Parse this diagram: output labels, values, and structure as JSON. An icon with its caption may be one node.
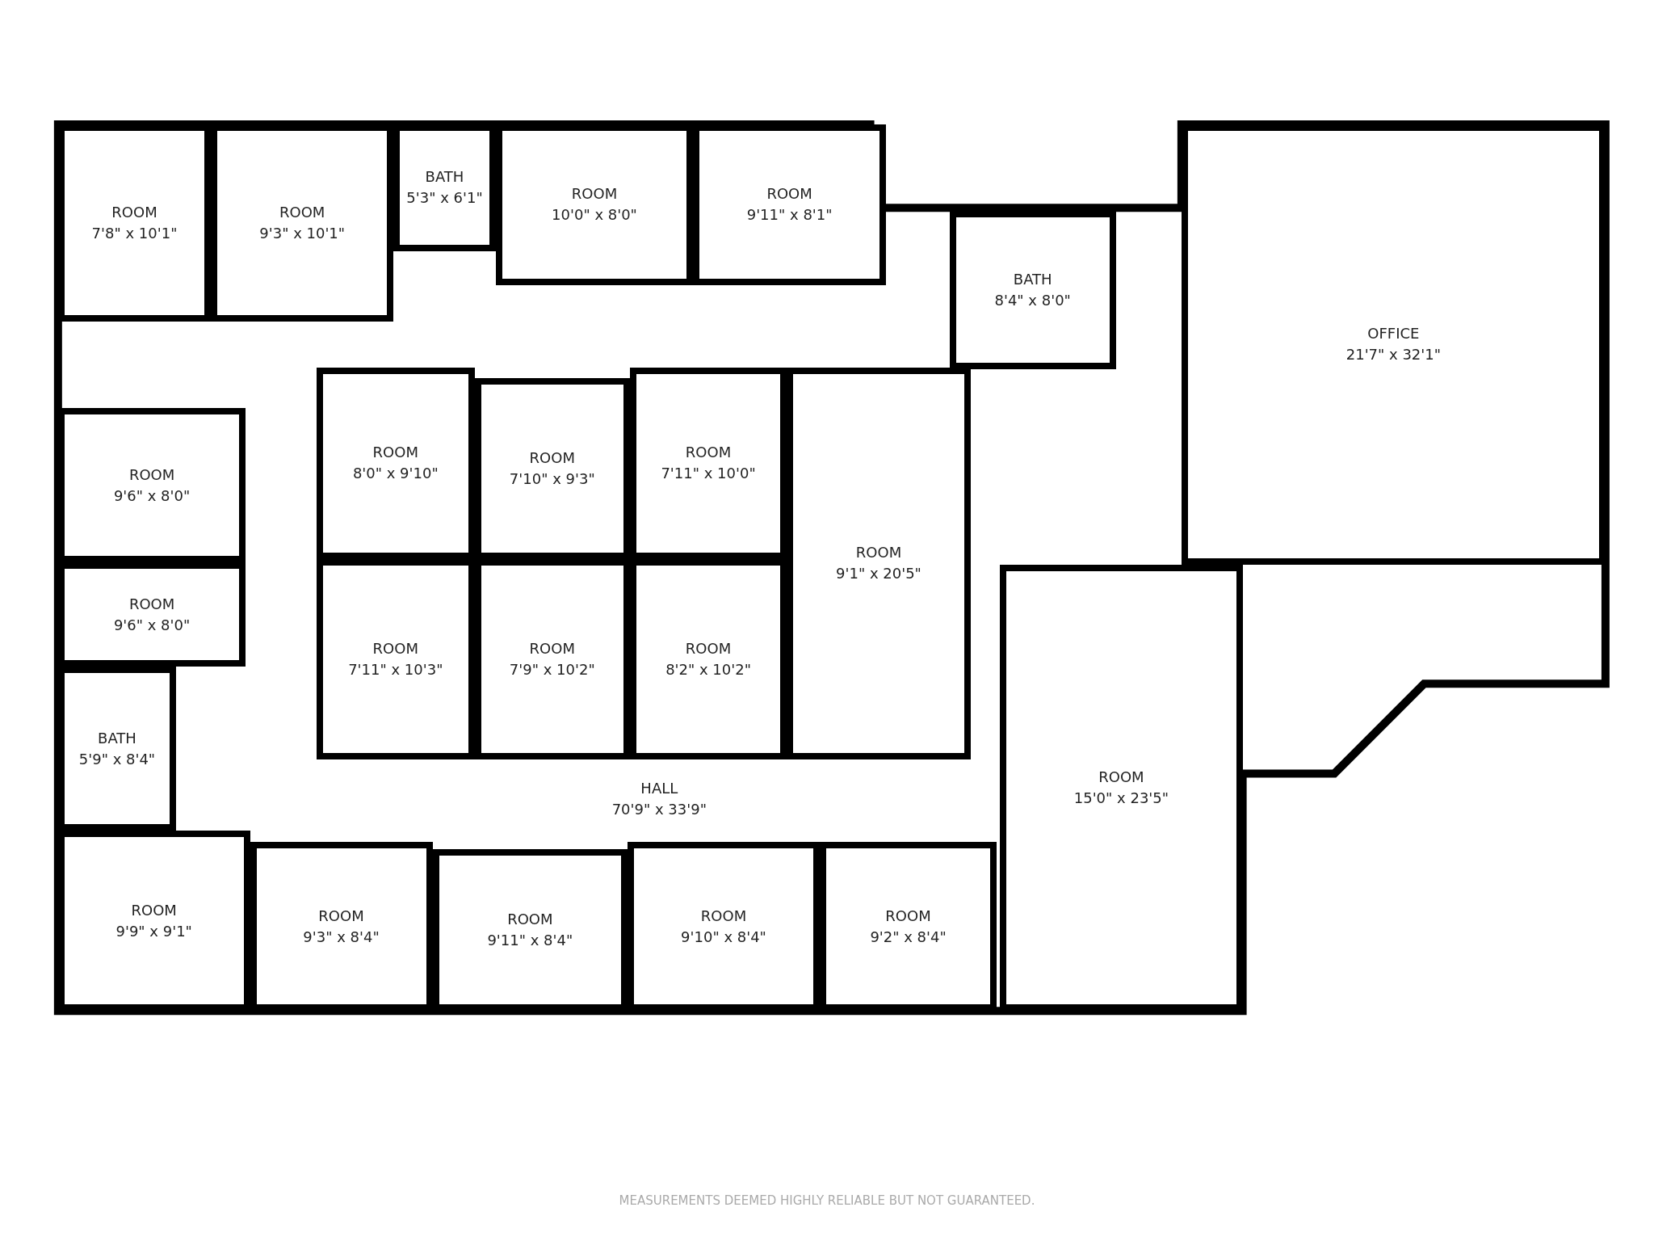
{
  "diagram": {
    "nodes": [
      {
        "text": [
          "ROOM",
          "7'8\" x 10'1\""
        ]
      },
      {
        "text": [
          "ROOM",
          "9'3\" x 10'1\""
        ]
      },
      {
        "text": [
          "BATH",
          "5'3\" x 6'1\""
        ]
      },
      {
        "text": [
          "ROOM",
          "10'0\" x 8'0\""
        ]
      },
      {
        "text": [
          "ROOM",
          "9'11\" x 8'1\""
        ]
      },
      {
        "text": [
          "BATH",
          "8'4\" x 8'0\""
        ]
      },
      {
        "text": [
          "OFFICE",
          "21'7\" x 32'1\""
        ]
      },
      {
        "text": [
          "ROOM",
          "9'6\" x 8'0\""
        ]
      },
      {
        "text": [
          "ROOM",
          "9'6\" x 8'0\""
        ]
      },
      {
        "text": [
          "BATH",
          "5'9\" x 8'4\""
        ]
      },
      {
        "text": [
          "ROOM",
          "8'0\" x 9'10\""
        ]
      },
      {
        "text": [
          "ROOM",
          "7'10\" x 9'3\""
        ]
      },
      {
        "text": [
          "ROOM",
          "7'11\" x 10'0\""
        ]
      },
      {
        "text": [
          "ROOM",
          "9'1\" x 20'5\""
        ]
      },
      {
        "text": [
          "ROOM",
          "7'11\" x 10'3\""
        ]
      },
      {
        "text": [
          "ROOM",
          "7'9\" x 10'2\""
        ]
      },
      {
        "text": [
          "ROOM",
          "8'2\" x 10'2\""
        ]
      },
      {
        "text": [
          "HALL",
          "70'9\" x 33'9\""
        ]
      },
      {
        "text": [
          "ROOM",
          "9'9\" x 9'1\""
        ]
      },
      {
        "text": [
          "ROOM",
          "9'3\" x 8'4\""
        ]
      },
      {
        "text": [
          "ROOM",
          "9'11\" x 8'4\""
        ]
      },
      {
        "text": [
          "ROOM",
          "9'10\" x 8'4\""
        ]
      },
      {
        "text": [
          "ROOM",
          "9'2\" x 8'4\""
        ]
      },
      {
        "text": [
          "ROOM",
          "15'0\" x 23'5\""
        ]
      }
    ],
    "labels": [
      "MEASUREMENTS DEEMED HIGHLY RELIABLE BUT NOT GUARANTEED."
    ]
  }
}
